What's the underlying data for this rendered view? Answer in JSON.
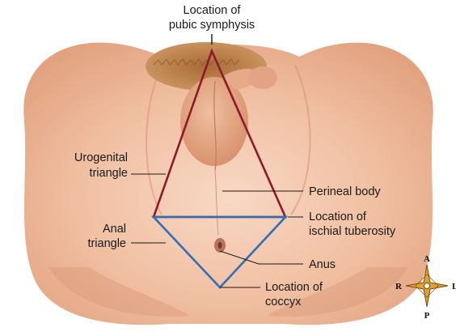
{
  "labels": {
    "pubic_line1": "Location of",
    "pubic_line2": "pubic symphysis",
    "urogenital_line1": "Urogenital",
    "urogenital_line2": "triangle",
    "perineal_body": "Perineal body",
    "ischial_line1": "Location of",
    "ischial_line2": "ischial tuberosity",
    "anal_line1": "Anal",
    "anal_line2": "triangle",
    "anus": "Anus",
    "coccyx_line1": "Location of",
    "coccyx_line2": "coccyx"
  },
  "compass": {
    "anterior": "A",
    "posterior": "P",
    "right": "R",
    "left": "L"
  },
  "colors": {
    "urogenital_triangle": "#8b1a2b",
    "anal_triangle": "#2f6fb5",
    "skin": "#f2c2a6",
    "background": "#ffffff"
  }
}
